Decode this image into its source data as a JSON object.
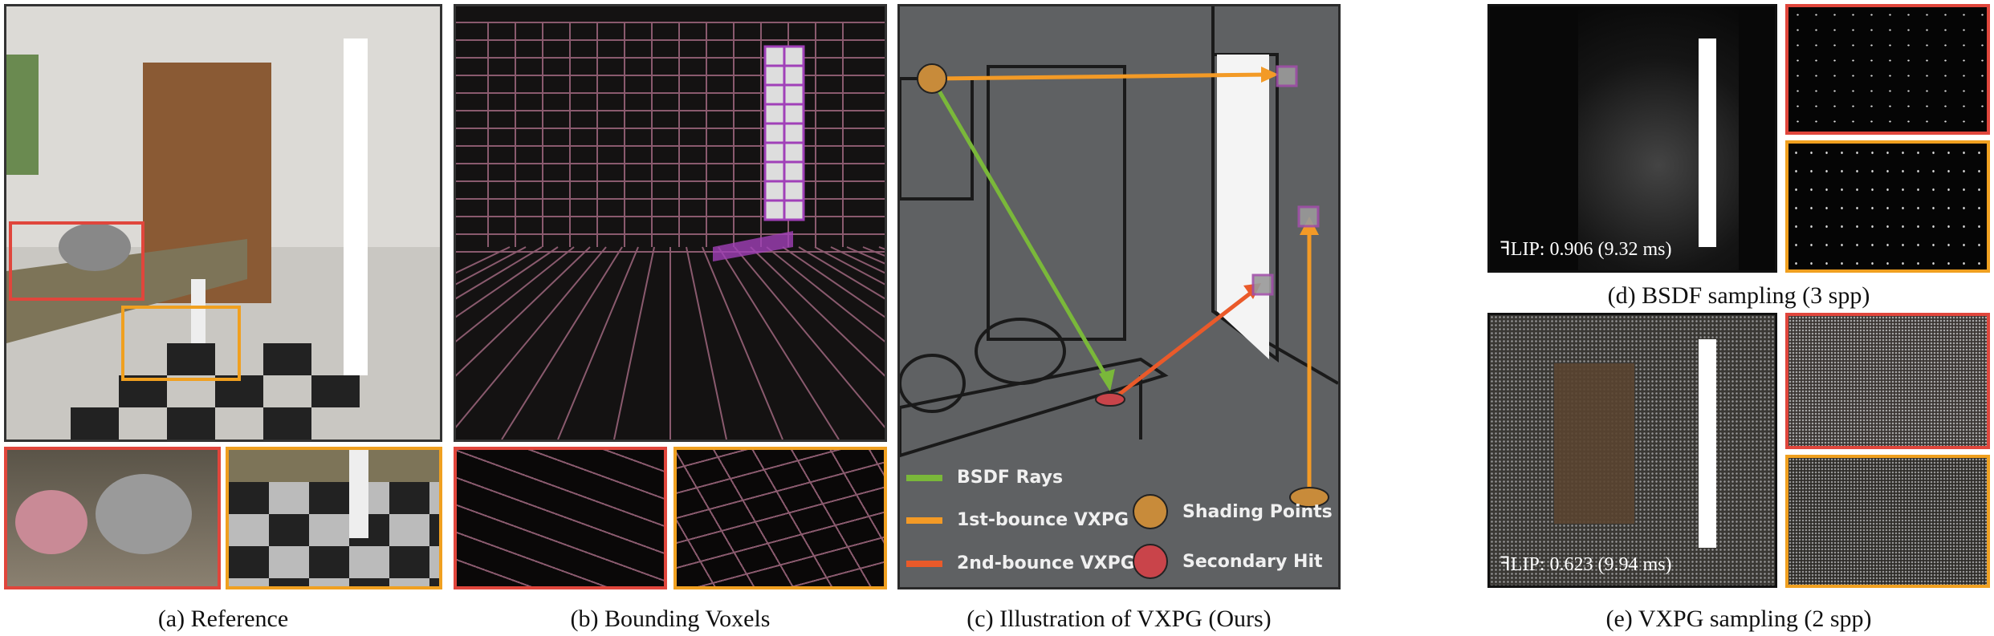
{
  "captions": {
    "a": "(a) Reference",
    "b": "(b) Bounding Voxels",
    "c": "(c) Illustration of VXPG (Ours)",
    "d": "(d) BSDF sampling (3 spp)",
    "e": "(e) VXPG sampling (2 spp)"
  },
  "legend": {
    "bsdf": "BSDF Rays",
    "first": "1st-bounce VXPG",
    "second": "2nd-bounce VXPG",
    "shading": "Shading Points",
    "secondary": "Secondary Hit"
  },
  "flip": {
    "d": "ꟻLIP: 0.906 (9.32 ms)",
    "e": "ꟻLIP: 0.623 (9.94 ms)"
  },
  "colors": {
    "bsdf": "#7ab83a",
    "first": "#f39a26",
    "second": "#ea5a2a",
    "shading": "#c88b3a",
    "secondary": "#c9444a",
    "crop_red": "#e0463c",
    "crop_orange": "#f0a020",
    "voxel": "#8a5a6e",
    "highlight_voxel": "#a040b8"
  }
}
